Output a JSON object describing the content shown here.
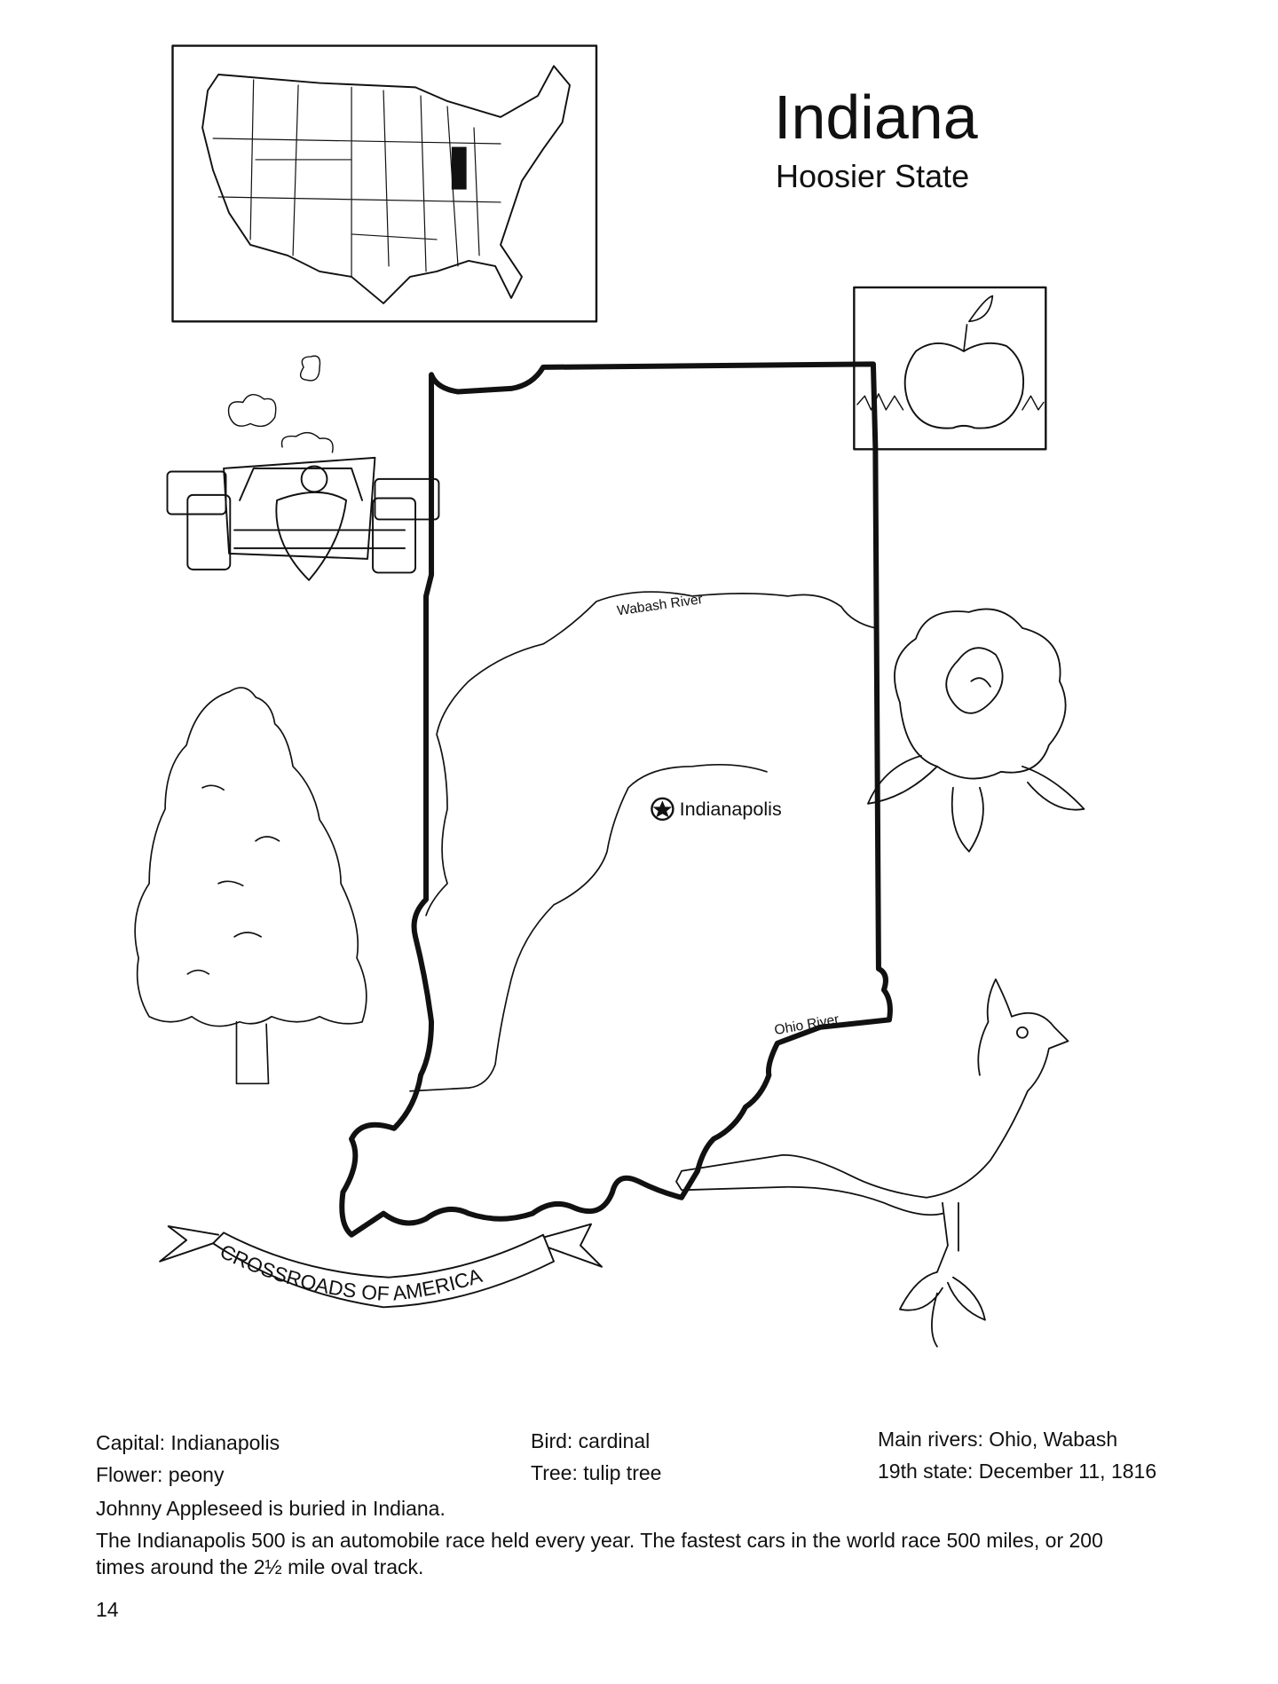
{
  "header": {
    "title": "Indiana",
    "subtitle": "Hoosier State"
  },
  "map": {
    "rivers": [
      "Wabash River",
      "Ohio River"
    ],
    "capital_label": "Indianapolis",
    "banner": "CROSSROADS OF AMERICA"
  },
  "facts": {
    "capital": "Capital: Indianapolis",
    "bird": "Bird: cardinal",
    "rivers": "Main rivers: Ohio, Wabash",
    "flower": "Flower: peony",
    "tree": "Tree: tulip tree",
    "statehood": "19th state: December 11, 1816",
    "appleseed": "Johnny Appleseed is buried in Indiana.",
    "indy500_line1": "The Indianapolis 500 is an automobile race held every year. The fastest cars in the world race 500 miles, or 200",
    "indy500_line2": "times around the 2½ mile oval track."
  },
  "page_number": "14"
}
